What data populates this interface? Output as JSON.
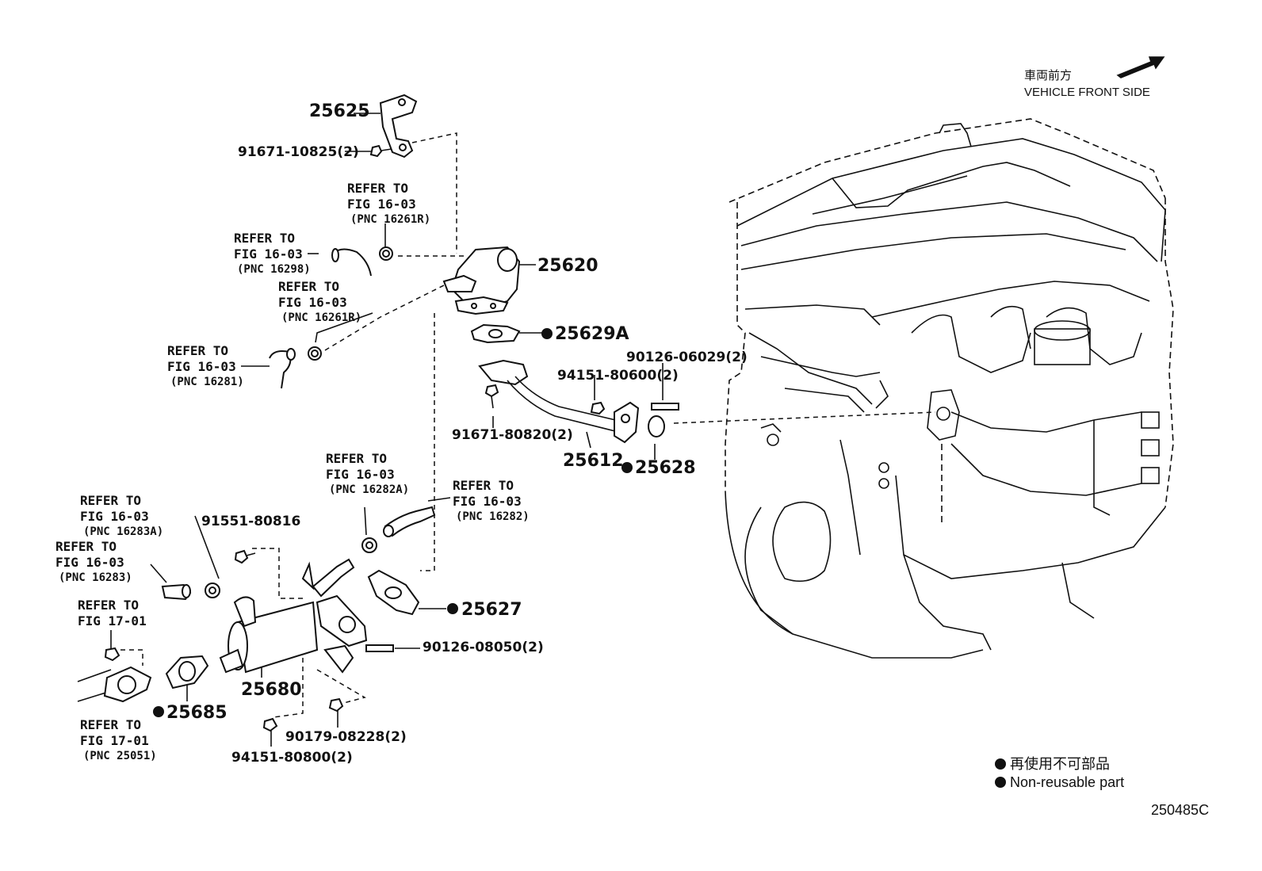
{
  "orientation": {
    "jp_label": "車両前方",
    "en_label": "VEHICLE FRONT SIDE",
    "arrow_icon": "arrow-up-right-icon"
  },
  "parts": [
    {
      "id": "p25625",
      "label": "25625"
    },
    {
      "id": "p91671_10825",
      "label": "91671-10825(2)"
    },
    {
      "id": "p25620",
      "label": "25620"
    },
    {
      "id": "p25629a",
      "label": "25629A",
      "non_reusable": true
    },
    {
      "id": "p90126_06029",
      "label": "90126-06029(2)"
    },
    {
      "id": "p94151_80600",
      "label": "94151-80600(2)"
    },
    {
      "id": "p91671_80820",
      "label": "91671-80820(2)"
    },
    {
      "id": "p25612",
      "label": "25612"
    },
    {
      "id": "p25628",
      "label": "25628",
      "non_reusable": true
    },
    {
      "id": "p91551_80816",
      "label": "91551-80816"
    },
    {
      "id": "p25627",
      "label": "25627",
      "non_reusable": true
    },
    {
      "id": "p90126_08050",
      "label": "90126-08050(2)"
    },
    {
      "id": "p25680",
      "label": "25680"
    },
    {
      "id": "p25685",
      "label": "25685",
      "non_reusable": true
    },
    {
      "id": "p90179_08228",
      "label": "90179-08228(2)"
    },
    {
      "id": "p94151_80800",
      "label": "94151-80800(2)"
    }
  ],
  "references": [
    {
      "line1": "REFER TO",
      "line2": "FIG 16-03",
      "pnc": "(PNC 16261R)"
    },
    {
      "line1": "REFER TO",
      "line2": "FIG 16-03",
      "pnc": "(PNC 16298)"
    },
    {
      "line1": "REFER TO",
      "line2": "FIG 16-03",
      "pnc": "(PNC 16261R)"
    },
    {
      "line1": "REFER TO",
      "line2": "FIG 16-03",
      "pnc": "(PNC 16281)"
    },
    {
      "line1": "REFER TO",
      "line2": "FIG 16-03",
      "pnc": "(PNC 16282A)"
    },
    {
      "line1": "REFER TO",
      "line2": "FIG 16-03",
      "pnc": "(PNC 16282)"
    },
    {
      "line1": "REFER TO",
      "line2": "FIG 16-03",
      "pnc": "(PNC 16283A)"
    },
    {
      "line1": "REFER TO",
      "line2": "FIG 16-03",
      "pnc": "(PNC 16283)"
    },
    {
      "line1": "REFER TO",
      "line2": "FIG 17-01",
      "pnc": ""
    },
    {
      "line1": "REFER TO",
      "line2": "FIG 17-01",
      "pnc": "(PNC 25051)"
    }
  ],
  "legend": {
    "marker_icon": "filled-circle-icon",
    "jp_text": "再使用不可部品",
    "en_text": "Non-reusable part"
  },
  "diagram_id": "250485C"
}
